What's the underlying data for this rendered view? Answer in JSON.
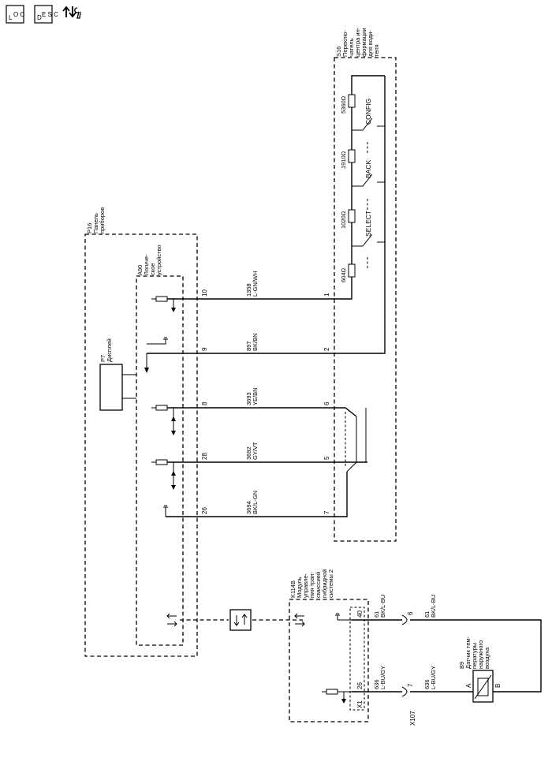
{
  "header_icons": {
    "loc_main": "L",
    "loc_sub": "O C",
    "desc_main": "D",
    "desc_sub": "E S C",
    "icon_3": "bidirectional-arrows-wrench-icon"
  },
  "components": {
    "p16": {
      "ref": "P16",
      "name_1": "Панель",
      "name_2": "приборов"
    },
    "a90": {
      "ref": "A90",
      "name_1": "Логиче-",
      "name_2": "ское",
      "name_3": "устройство"
    },
    "p7": {
      "ref": "P7",
      "name_1": "Дисплей"
    },
    "s16": {
      "ref": "S16",
      "name_1": "Переклю-",
      "name_2": "чатель",
      "name_3": "центра ин-",
      "name_4": "формации",
      "name_5": "для води-",
      "name_6": "теля"
    },
    "k114b": {
      "ref": "K114B",
      "name_1": "Модуль",
      "name_2": "управле-",
      "name_3": "ния тран-",
      "name_4": "смиссией",
      "name_5": "гибридной",
      "name_6": "системы 2"
    },
    "b9": {
      "ref": "B9",
      "name_1": "Датчик тем-",
      "name_2": "пературы",
      "name_3": "наружного",
      "name_4": "воздуха"
    }
  },
  "pins": {
    "a90_10": "10",
    "a90_9": "9",
    "a90_8": "8",
    "a90_28": "28",
    "a90_26": "26",
    "s16_1": "1",
    "s16_2": "2",
    "s16_6": "6",
    "s16_5": "5",
    "s16_7": "7",
    "k_40": "40",
    "k_26": "26",
    "x107_6": "6",
    "x107_7": "7",
    "b9_a": "A",
    "b9_b": "B"
  },
  "connectors": {
    "x1": "X1",
    "x107": "X107"
  },
  "wires": [
    {
      "circuit": "1358",
      "color": "L-GN/WH"
    },
    {
      "circuit": "897",
      "color": "BK/BN"
    },
    {
      "circuit": "3693",
      "color": "YE/BN"
    },
    {
      "circuit": "3692",
      "color": "GY/VT"
    },
    {
      "circuit": "3694",
      "color": "BK/L-GN"
    },
    {
      "circuit": "61",
      "color": "BK/L-BU"
    },
    {
      "circuit": "61",
      "color": "BK/L-BU"
    },
    {
      "circuit": "636",
      "color": "L-BU/GY"
    },
    {
      "circuit": "636",
      "color": "L-BU/GY"
    }
  ],
  "switch": {
    "res_1": "604",
    "res_2": "1020",
    "res_3": "1910",
    "res_4": "5360",
    "ohm": "Ω",
    "btn_1": "SELECT",
    "btn_2": "BACK",
    "btn_3": "CONFIG"
  }
}
